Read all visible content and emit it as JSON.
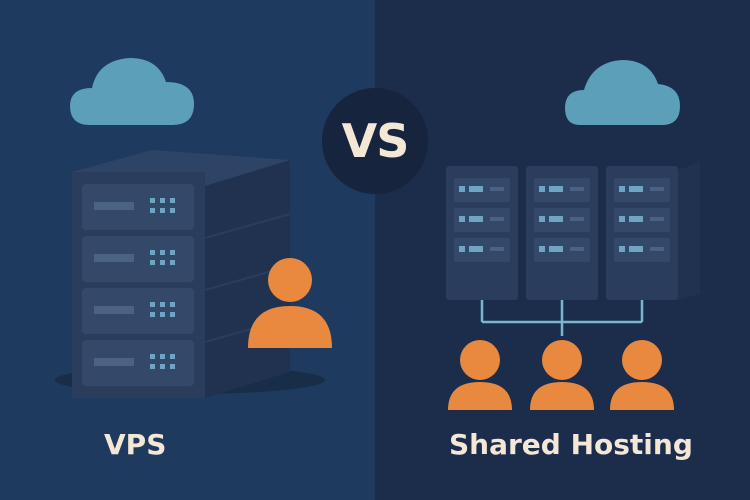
{
  "vs_text": "VS",
  "labels": {
    "vps": "VPS",
    "shared": "Shared Hosting"
  },
  "colors": {
    "left_bg": "#1f3a5f",
    "right_bg": "#1b2d4b",
    "cloud": "#5b9fb8",
    "server_face": "#2a3d5c",
    "server_side": "#203250",
    "person": "#e8893f",
    "text": "#f4e7d6"
  }
}
